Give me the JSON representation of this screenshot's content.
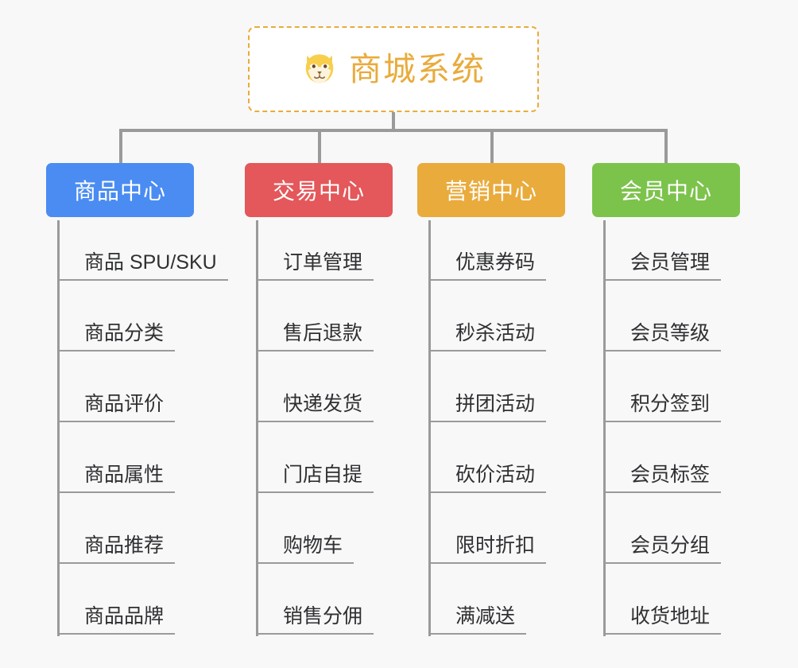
{
  "canvas": {
    "background": "#f8f8f8",
    "line_color": "#9a9a9a"
  },
  "root": {
    "title": "商城系统",
    "icon": "dog-face-icon",
    "text_color": "#e9ab3c",
    "border_color": "#e9ab3c",
    "background": "#ffffff"
  },
  "branches": [
    {
      "label": "商品中心",
      "color": "#4a8cf2",
      "leaves": [
        "商品 SPU/SKU",
        "商品分类",
        "商品评价",
        "商品属性",
        "商品推荐",
        "商品品牌"
      ]
    },
    {
      "label": "交易中心",
      "color": "#e4575a",
      "leaves": [
        "订单管理",
        "售后退款",
        "快递发货",
        "门店自提",
        "购物车",
        "销售分佣"
      ]
    },
    {
      "label": "营销中心",
      "color": "#e9ab3c",
      "leaves": [
        "优惠券码",
        "秒杀活动",
        "拼团活动",
        "砍价活动",
        "限时折扣",
        "满减送"
      ]
    },
    {
      "label": "会员中心",
      "color": "#7cc34c",
      "leaves": [
        "会员管理",
        "会员等级",
        "积分签到",
        "会员标签",
        "会员分组",
        "收货地址"
      ]
    }
  ]
}
